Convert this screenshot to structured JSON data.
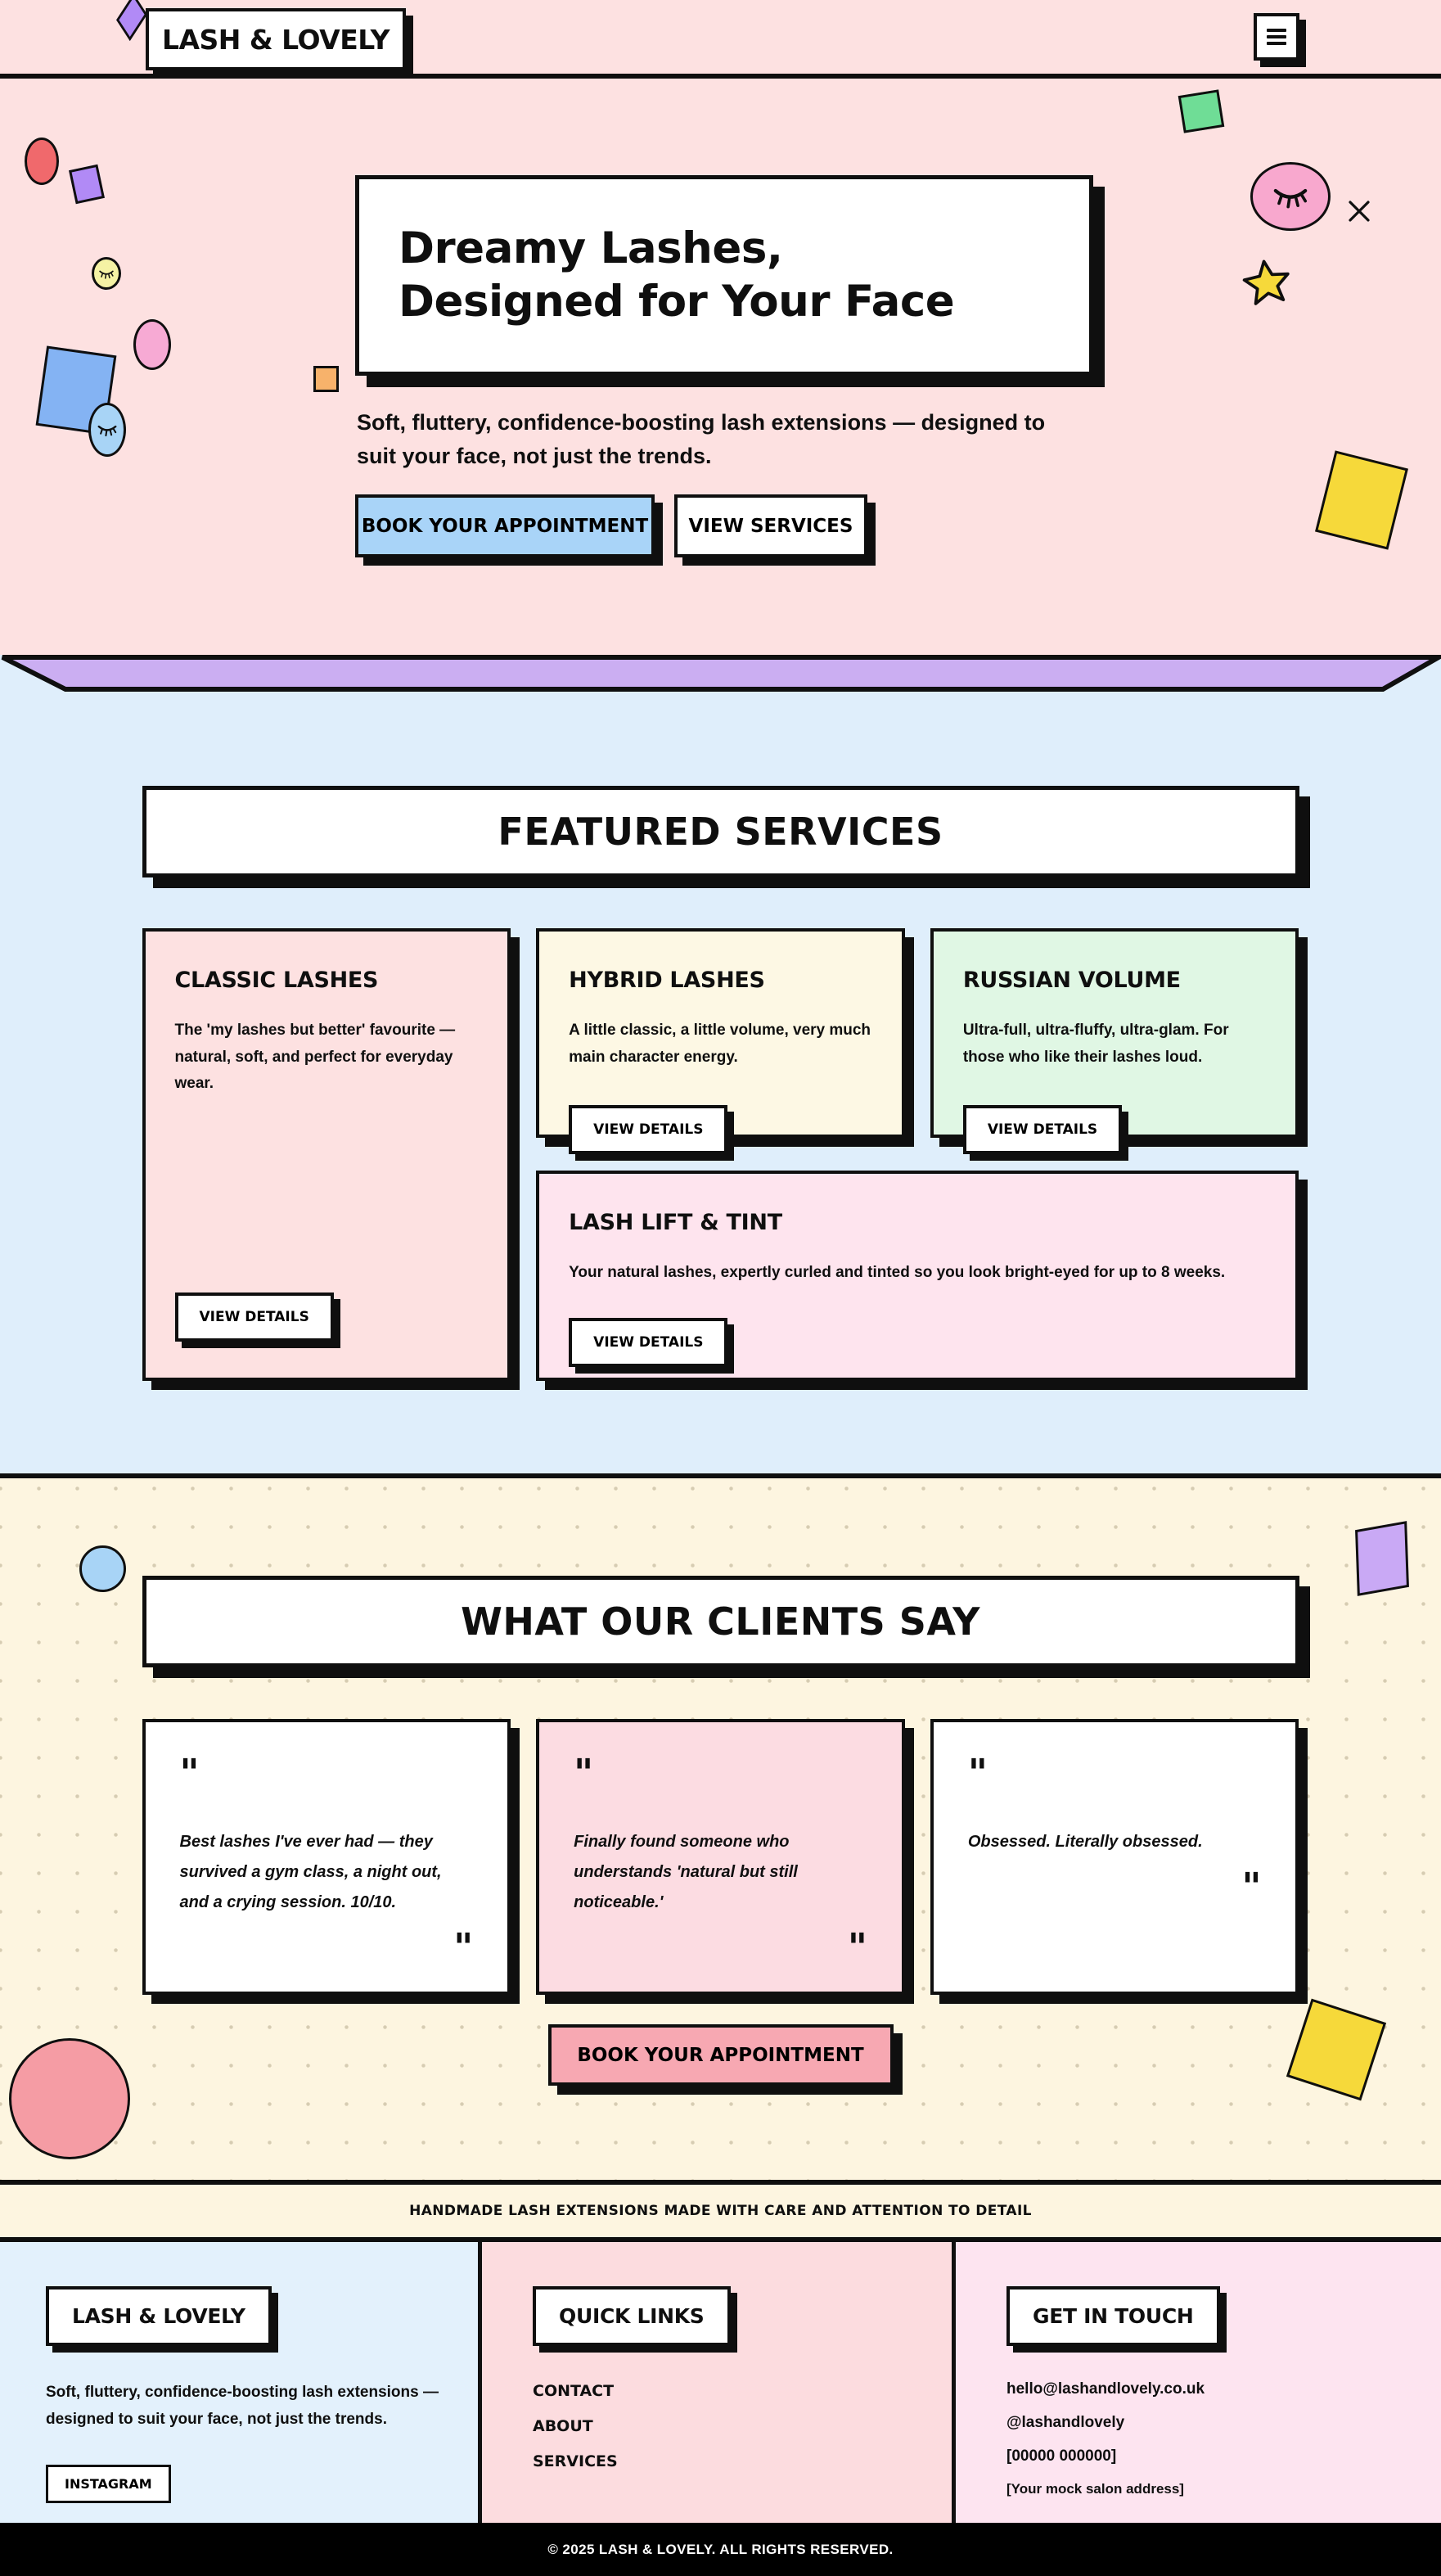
{
  "header": {
    "logo": "LASH & LOVELY"
  },
  "hero": {
    "title_line1": "Dreamy Lashes,",
    "title_line2": "Designed for Your Face",
    "subtitle": "Soft, fluttery, confidence-boosting lash extensions — designed to suit your face, not just the trends.",
    "primary_cta": "BOOK YOUR APPOINTMENT",
    "secondary_cta": "VIEW SERVICES"
  },
  "services": {
    "title": "FEATURED SERVICES",
    "cards": [
      {
        "name": "CLASSIC LASHES",
        "description": "The 'my lashes but better' favourite — natural, soft, and perfect for everyday wear.",
        "cta": "VIEW DETAILS",
        "color": "#fde1e1"
      },
      {
        "name": "HYBRID LASHES",
        "description": "A little classic, a little volume, very much main character energy.",
        "cta": "VIEW DETAILS",
        "color": "#fdf8e4"
      },
      {
        "name": "RUSSIAN VOLUME",
        "description": "Ultra-full, ultra-fluffy, ultra-glam. For those who like their lashes loud.",
        "cta": "VIEW DETAILS",
        "color": "#e0f7e4"
      },
      {
        "name": "LASH LIFT & TINT",
        "description": "Your natural lashes, expertly curled and tinted so you look bright-eyed for up to 8 weeks.",
        "cta": "VIEW DETAILS",
        "color": "#fee4ee"
      }
    ]
  },
  "testimonials": {
    "title": "WHAT OUR CLIENTS SAY",
    "quote_mark": "\"",
    "quotes": [
      {
        "text": "Best lashes I've ever had — they survived a gym class, a night out, and a crying session. 10/10.",
        "color": "#ffffff"
      },
      {
        "text": "Finally found someone who understands 'natural but still noticeable.'",
        "color": "#fcdce2"
      },
      {
        "text": "Obsessed. Literally obsessed.",
        "color": "#ffffff"
      }
    ],
    "cta": "BOOK YOUR APPOINTMENT"
  },
  "tagline": "HANDMADE LASH EXTENSIONS MADE WITH CARE AND ATTENTION TO DETAIL",
  "footer": {
    "brand": {
      "title": "LASH & LOVELY",
      "description": "Soft, fluttery, confidence-boosting lash extensions — designed to suit your face, not just the trends.",
      "social": "INSTAGRAM"
    },
    "quick_links": {
      "title": "QUICK LINKS",
      "links": [
        "CONTACT",
        "ABOUT",
        "SERVICES"
      ]
    },
    "contact": {
      "title": "GET IN TOUCH",
      "lines": [
        "hello@lashandlovely.co.uk",
        "@lashandlovely",
        "[00000 000000]",
        "[Your mock salon address]"
      ]
    }
  },
  "copyright": "© 2025 LASH & LOVELY. ALL RIGHTS RESERVED.",
  "palette": {
    "pink": "#fde1e1",
    "purple-band": "#cbaef2",
    "blue-section": "#dfeefb",
    "cream-dots": "#fdf5e0",
    "card-cream": "#fdf8e4",
    "card-green": "#e0f7e4",
    "card-pink": "#fde1e1",
    "card-lift": "#fee4ee",
    "quote-pink": "#fcdce2",
    "footer-blue": "#e3f1fc",
    "footer-pink": "#fcdcdf",
    "footer-pink-light": "#fde4f0",
    "btn-blue": "#a9d4f8",
    "btn-pink": "#f7a8b2",
    "shape-red": "#f0696c",
    "shape-purple": "#b18af6",
    "shape-yellow-pale": "#f5f2a4",
    "shape-pink": "#f7aad4",
    "shape-orange": "#f7b26b",
    "shape-blue": "#84b3f3",
    "shape-blue-light": "#a8d4f6",
    "shape-green": "#6fdd96",
    "shape-pink-bright": "#f8a8ce",
    "shape-yellow": "#f6d93a",
    "shape-coral": "#f59ca4",
    "shape-lavender": "#c9a9f5"
  }
}
